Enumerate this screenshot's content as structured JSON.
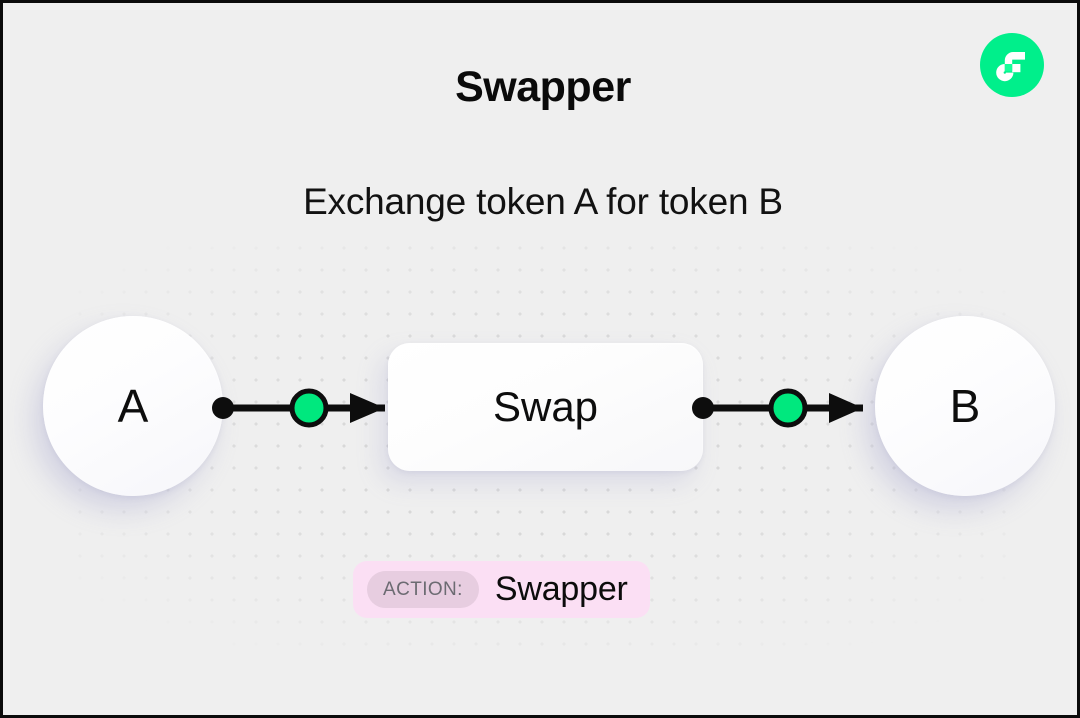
{
  "page": {
    "title": "Swapper",
    "subtitle": "Exchange token A for token B",
    "background_color": "#efefef",
    "border_color": "#0b0b0b"
  },
  "logo": {
    "name": "flow-logo",
    "circle_color": "#00ef8b",
    "mark_color": "#ffffff",
    "accent_color": "#16ff99"
  },
  "diagram": {
    "nodes": [
      {
        "id": "node-a",
        "label": "A",
        "shape": "circle"
      },
      {
        "id": "swap-box",
        "label": "Swap",
        "shape": "rounded-rect"
      },
      {
        "id": "node-b",
        "label": "B",
        "shape": "circle"
      }
    ],
    "edges": [
      {
        "id": "edge-a-swap",
        "from": "node-a",
        "to": "swap-box",
        "direction": "right"
      },
      {
        "id": "edge-swap-b",
        "from": "swap-box",
        "to": "node-b",
        "direction": "right"
      }
    ],
    "edge_colors": {
      "line": "#0d0d0d",
      "highlight": "#0f9a5a",
      "port_dot": "#0d0d0d",
      "mid_node_fill": "#00e87e",
      "mid_node_stroke": "#0d0d0d"
    }
  },
  "action_badge": {
    "chip_label": "ACTION:",
    "value": "Swapper",
    "background_color": "#fbdff4",
    "chip_background_color": "#e7cde0",
    "chip_text_color": "#6c6b72"
  }
}
